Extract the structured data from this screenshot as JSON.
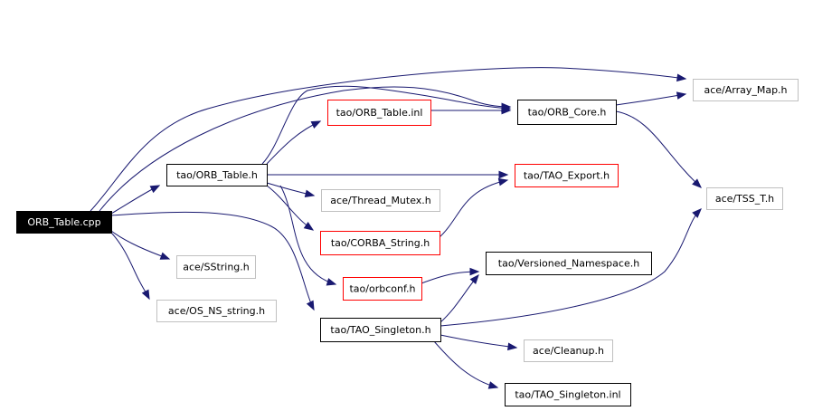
{
  "diagram": {
    "root": "ORB_Table.cpp",
    "colors": {
      "edge": "#191970",
      "root_fill": "#000000",
      "root_text": "#ffffff",
      "normal_border": "#000000",
      "missing_border": "#c0c0c0",
      "attention_border": "#ff0000"
    },
    "nodes": [
      {
        "id": "orb_table_cpp",
        "label": "ORB_Table.cpp",
        "style": "root"
      },
      {
        "id": "tao_orb_table_h",
        "label": "tao/ORB_Table.h",
        "style": "normal"
      },
      {
        "id": "tao_orb_table_inl",
        "label": "tao/ORB_Table.inl",
        "style": "red"
      },
      {
        "id": "tao_orb_core_h",
        "label": "tao/ORB_Core.h",
        "style": "normal"
      },
      {
        "id": "ace_array_map_h",
        "label": "ace/Array_Map.h",
        "style": "gray"
      },
      {
        "id": "tao_tao_export_h",
        "label": "tao/TAO_Export.h",
        "style": "red"
      },
      {
        "id": "ace_thread_mutex_h",
        "label": "ace/Thread_Mutex.h",
        "style": "gray"
      },
      {
        "id": "ace_tss_t_h",
        "label": "ace/TSS_T.h",
        "style": "gray"
      },
      {
        "id": "tao_corba_string_h",
        "label": "tao/CORBA_String.h",
        "style": "red"
      },
      {
        "id": "ace_sstring_h",
        "label": "ace/SString.h",
        "style": "gray"
      },
      {
        "id": "tao_versioned_namespace_h",
        "label": "tao/Versioned_Namespace.h",
        "style": "normal"
      },
      {
        "id": "tao_orbconf_h",
        "label": "tao/orbconf.h",
        "style": "red"
      },
      {
        "id": "ace_os_ns_string_h",
        "label": "ace/OS_NS_string.h",
        "style": "gray"
      },
      {
        "id": "tao_tao_singleton_h",
        "label": "tao/TAO_Singleton.h",
        "style": "normal"
      },
      {
        "id": "ace_cleanup_h",
        "label": "ace/Cleanup.h",
        "style": "gray"
      },
      {
        "id": "tao_tao_singleton_inl",
        "label": "tao/TAO_Singleton.inl",
        "style": "normal"
      }
    ],
    "edges": [
      {
        "from": "orb_table_cpp",
        "to": "tao_orb_table_h"
      },
      {
        "from": "orb_table_cpp",
        "to": "ace_array_map_h"
      },
      {
        "from": "orb_table_cpp",
        "to": "tao_orb_core_h"
      },
      {
        "from": "orb_table_cpp",
        "to": "ace_sstring_h"
      },
      {
        "from": "orb_table_cpp",
        "to": "ace_os_ns_string_h"
      },
      {
        "from": "orb_table_cpp",
        "to": "tao_tao_singleton_h"
      },
      {
        "from": "tao_orb_table_h",
        "to": "tao_orb_table_inl"
      },
      {
        "from": "tao_orb_table_h",
        "to": "tao_orb_core_h"
      },
      {
        "from": "tao_orb_table_h",
        "to": "tao_tao_export_h"
      },
      {
        "from": "tao_orb_table_h",
        "to": "ace_thread_mutex_h"
      },
      {
        "from": "tao_orb_table_h",
        "to": "tao_corba_string_h"
      },
      {
        "from": "tao_orb_table_h",
        "to": "tao_orbconf_h"
      },
      {
        "from": "tao_orb_table_inl",
        "to": "tao_orb_core_h"
      },
      {
        "from": "tao_orb_core_h",
        "to": "ace_array_map_h"
      },
      {
        "from": "tao_orb_core_h",
        "to": "ace_tss_t_h"
      },
      {
        "from": "tao_corba_string_h",
        "to": "tao_tao_export_h"
      },
      {
        "from": "tao_orbconf_h",
        "to": "tao_versioned_namespace_h"
      },
      {
        "from": "tao_tao_singleton_h",
        "to": "tao_versioned_namespace_h"
      },
      {
        "from": "tao_tao_singleton_h",
        "to": "ace_tss_t_h"
      },
      {
        "from": "tao_tao_singleton_h",
        "to": "ace_cleanup_h"
      },
      {
        "from": "tao_tao_singleton_h",
        "to": "tao_tao_singleton_inl"
      }
    ]
  }
}
